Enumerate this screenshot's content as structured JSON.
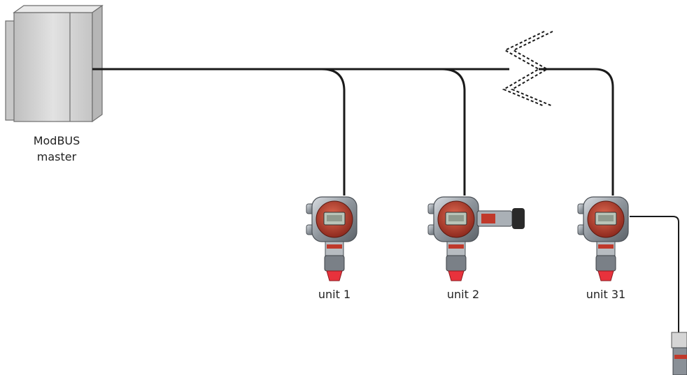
{
  "master": {
    "label_line1": "ModBUS",
    "label_line2": "master"
  },
  "units": [
    {
      "label": "unit 1",
      "variant": "standard"
    },
    {
      "label": "unit 2",
      "variant": "with-side-sensor"
    },
    {
      "label": "unit 31",
      "variant": "standard"
    }
  ],
  "bus_break_symbol": "dashed-zigzag",
  "colors": {
    "cable": "#1a1a1a",
    "cabinet": "#d6d6d6",
    "detector_body": "#9aa0a6",
    "detector_face": "#c0392b",
    "sensor_cap": "#e8323c"
  }
}
